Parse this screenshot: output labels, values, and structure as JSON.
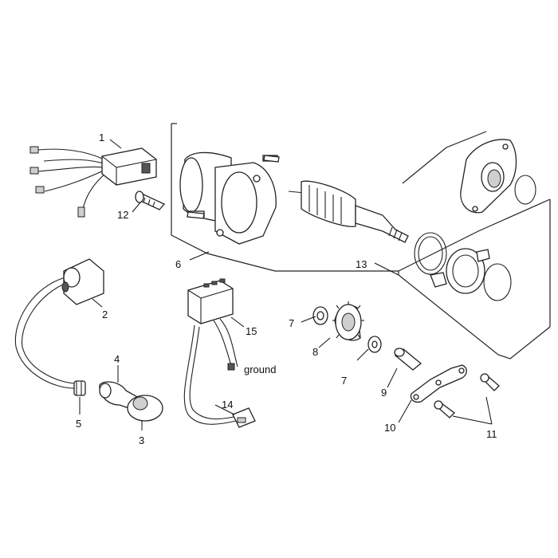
{
  "labels": {
    "l1": "1",
    "l2": "2",
    "l3": "3",
    "l4": "4",
    "l5": "5",
    "l6": "6",
    "l7a": "7",
    "l7b": "7",
    "l8": "8",
    "l9": "9",
    "l10": "10",
    "l11": "11",
    "l12": "12",
    "l13": "13",
    "l14": "14",
    "l15": "15",
    "ground": "ground"
  }
}
